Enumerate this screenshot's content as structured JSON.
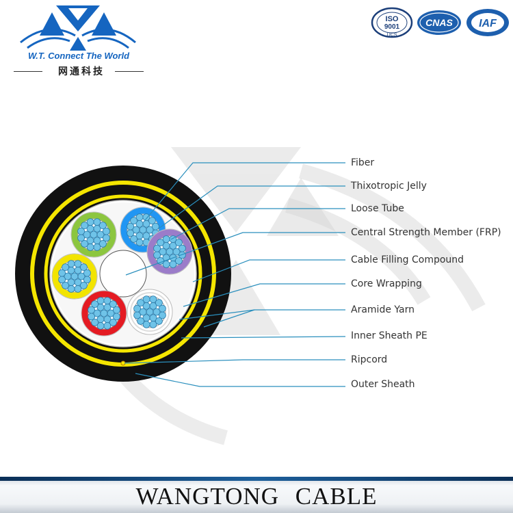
{
  "brand": {
    "english_name": "W.T. Connect The World",
    "chinese_name": "网通科技",
    "logo_color": "#1565c0"
  },
  "certifications": {
    "iso_top": "ISO",
    "iso_number": "9001",
    "iso_bottom": "UCS",
    "cnas": "CNAS",
    "iaf": "IAF"
  },
  "legend": [
    "Fiber",
    "Thixotropic Jelly",
    "Loose Tube",
    "Central Strength Member (FRP)",
    "Cable Filling Compound",
    "Core Wrapping",
    "Aramide Yarn",
    "Inner Sheath PE",
    "Ripcord",
    "Outer Sheath"
  ],
  "tube_colors": [
    "#2196f3",
    "#9b7cc9",
    "#ffffff",
    "#e41b23",
    "#f2e400",
    "#8cc63f"
  ],
  "sheath_colors": {
    "outer": "#111111",
    "yarn": "#f5e600",
    "leader": "#2a8fbd"
  },
  "footer": {
    "title": "WANGTONG CABLE"
  }
}
